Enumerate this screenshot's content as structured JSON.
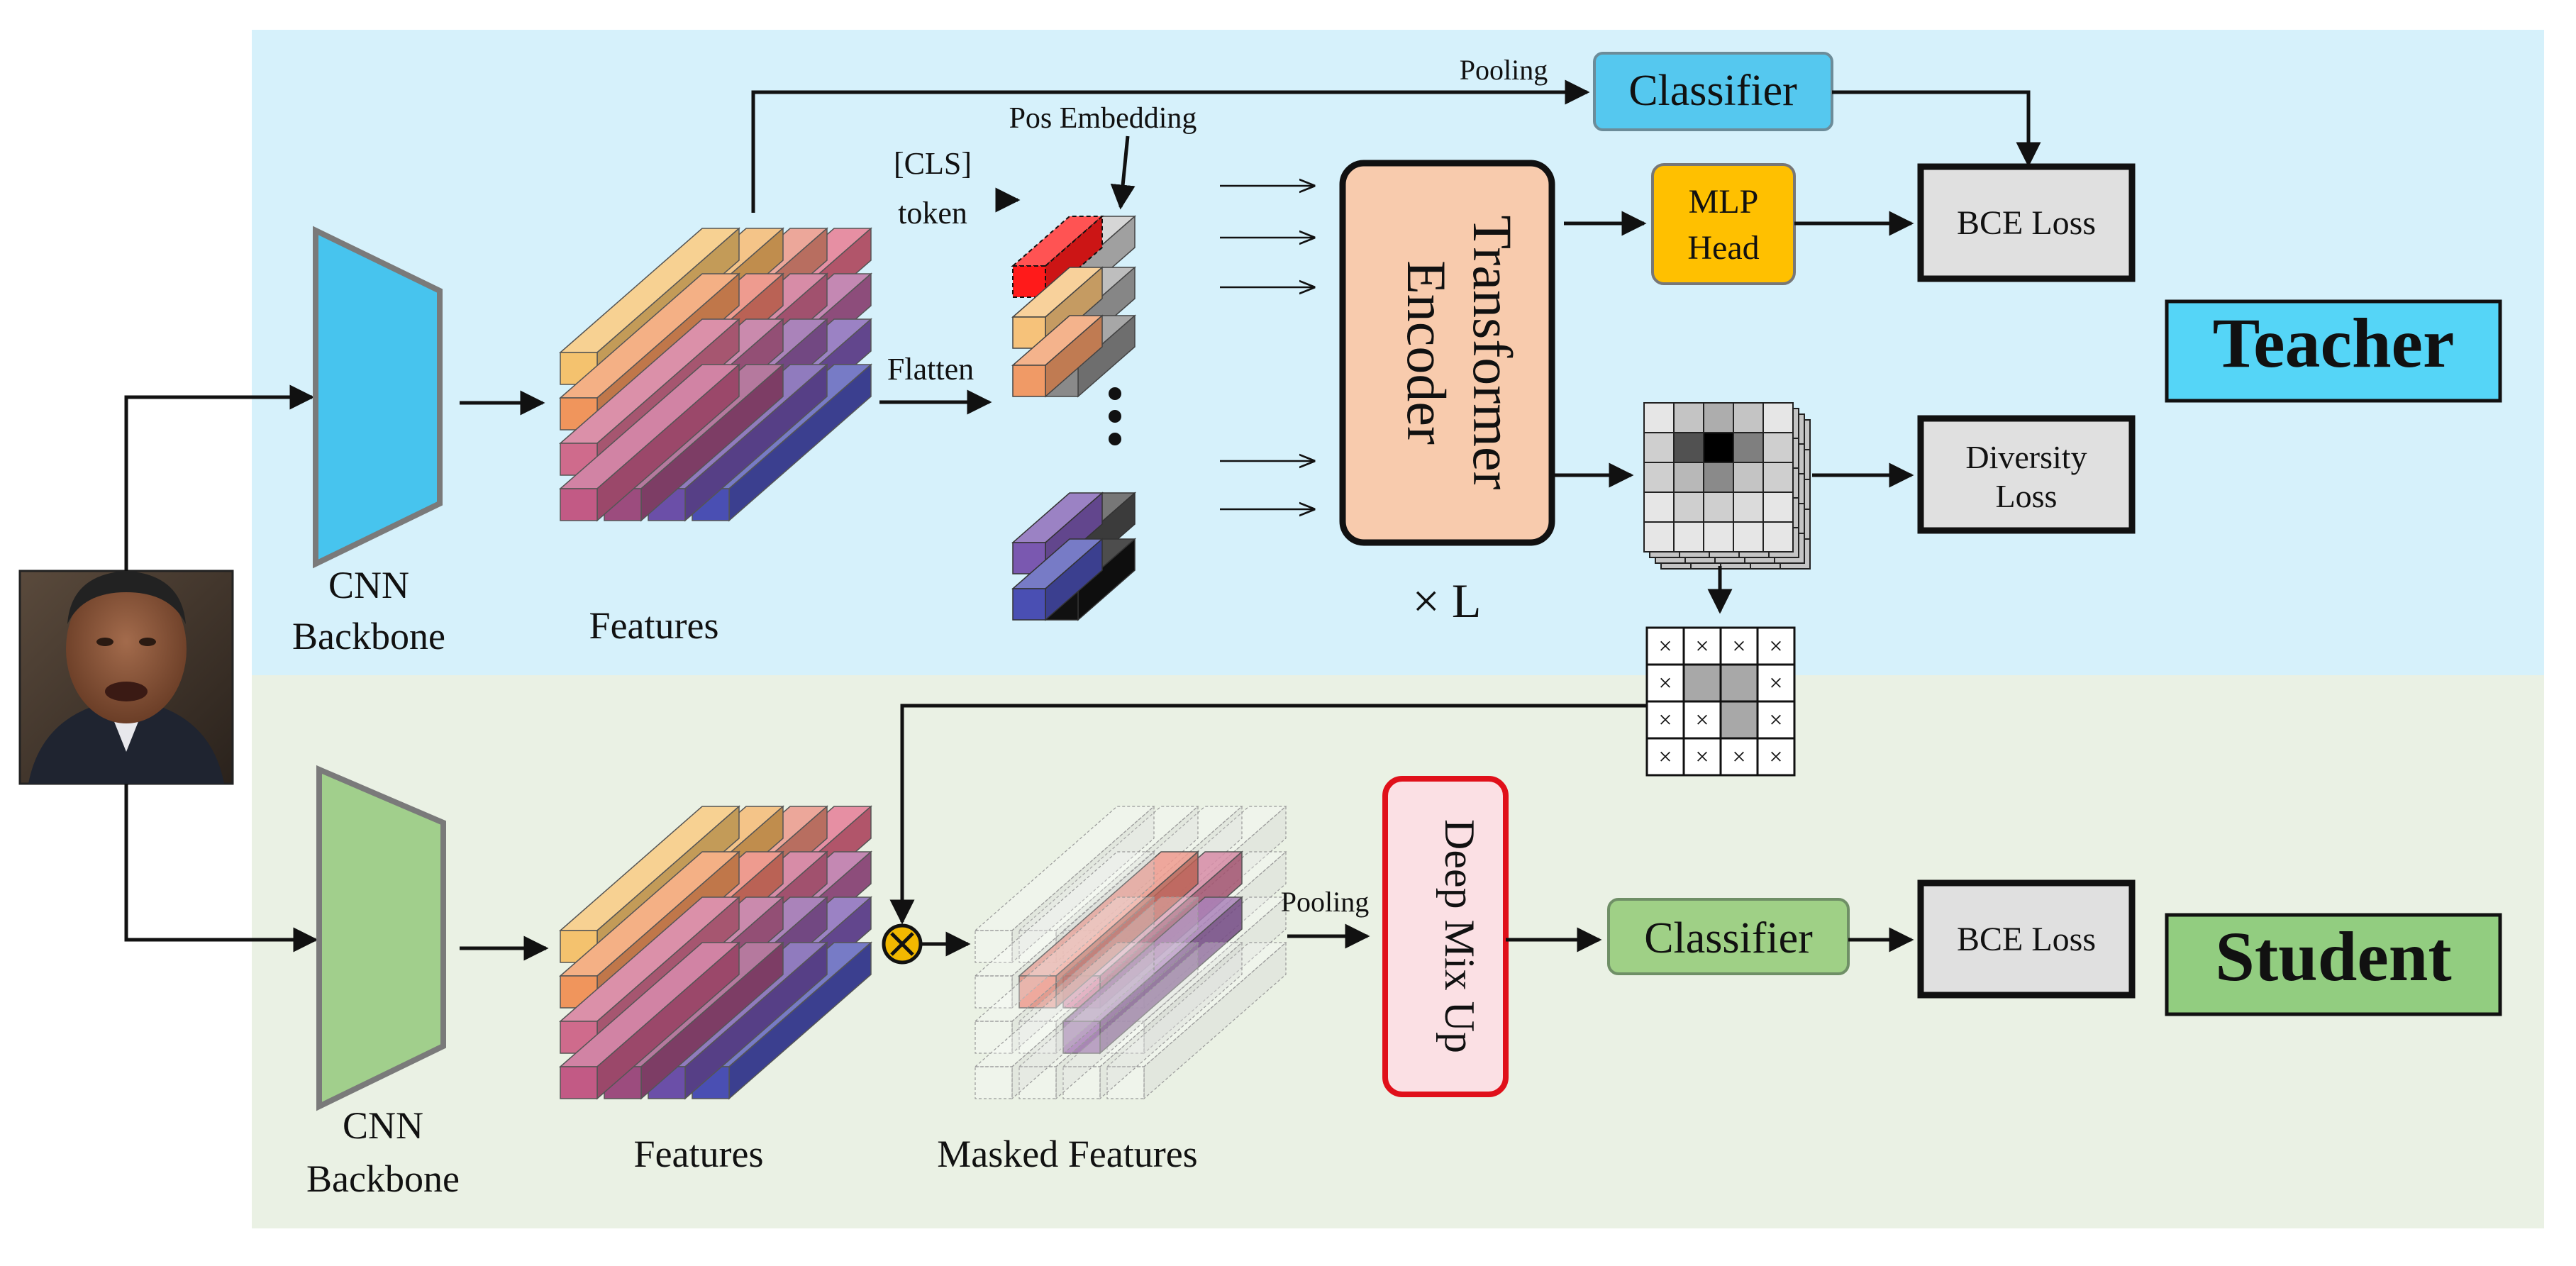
{
  "teacher": {
    "label": "Teacher",
    "backbone_line1": "CNN",
    "backbone_line2": "Backbone",
    "features_label": "Features",
    "cls_line1": "[CLS]",
    "cls_line2": "token",
    "pos_embedding": "Pos Embedding",
    "flatten": "Flatten",
    "transformer_line1": "Transformer",
    "transformer_line2": "Encoder",
    "times_l": "× L",
    "pooling": "Pooling",
    "classifier": "Classifier",
    "mlp_line1": "MLP",
    "mlp_line2": "Head",
    "bce_loss": "BCE Loss",
    "diversity_line1": "Diversity",
    "diversity_line2": "Loss"
  },
  "student": {
    "label": "Student",
    "backbone_line1": "CNN",
    "backbone_line2": "Backbone",
    "features_label": "Features",
    "masked_features_label": "Masked Features",
    "pooling": "Pooling",
    "deep_mix_up": "Deep Mix Up",
    "classifier": "Classifier",
    "bce_loss": "BCE Loss"
  },
  "mask_grid": [
    [
      "×",
      "×",
      "×",
      "×"
    ],
    [
      "×",
      "",
      "",
      "×"
    ],
    [
      "×",
      "×",
      "",
      "×"
    ],
    [
      "×",
      "×",
      "×",
      "×"
    ]
  ],
  "colors": {
    "teacher_bg": "#d6f1fb",
    "student_bg": "#eaf1e4",
    "teacher_backbone": "#47c4ee",
    "student_backbone": "#a1cf8c",
    "teacher_label_bg": "#55d5f7",
    "student_label_bg": "#92cd80",
    "teacher_classifier": "#55c8ef",
    "student_classifier": "#9fd086",
    "mlp_head": "#ffc000",
    "transformer": "#f8cbad",
    "deep_mix_up": "#fbe0e4",
    "loss_box": "#e0e0e0"
  },
  "icons": {
    "multiply": "multiply-circle-icon",
    "face": "face-photo-icon"
  }
}
